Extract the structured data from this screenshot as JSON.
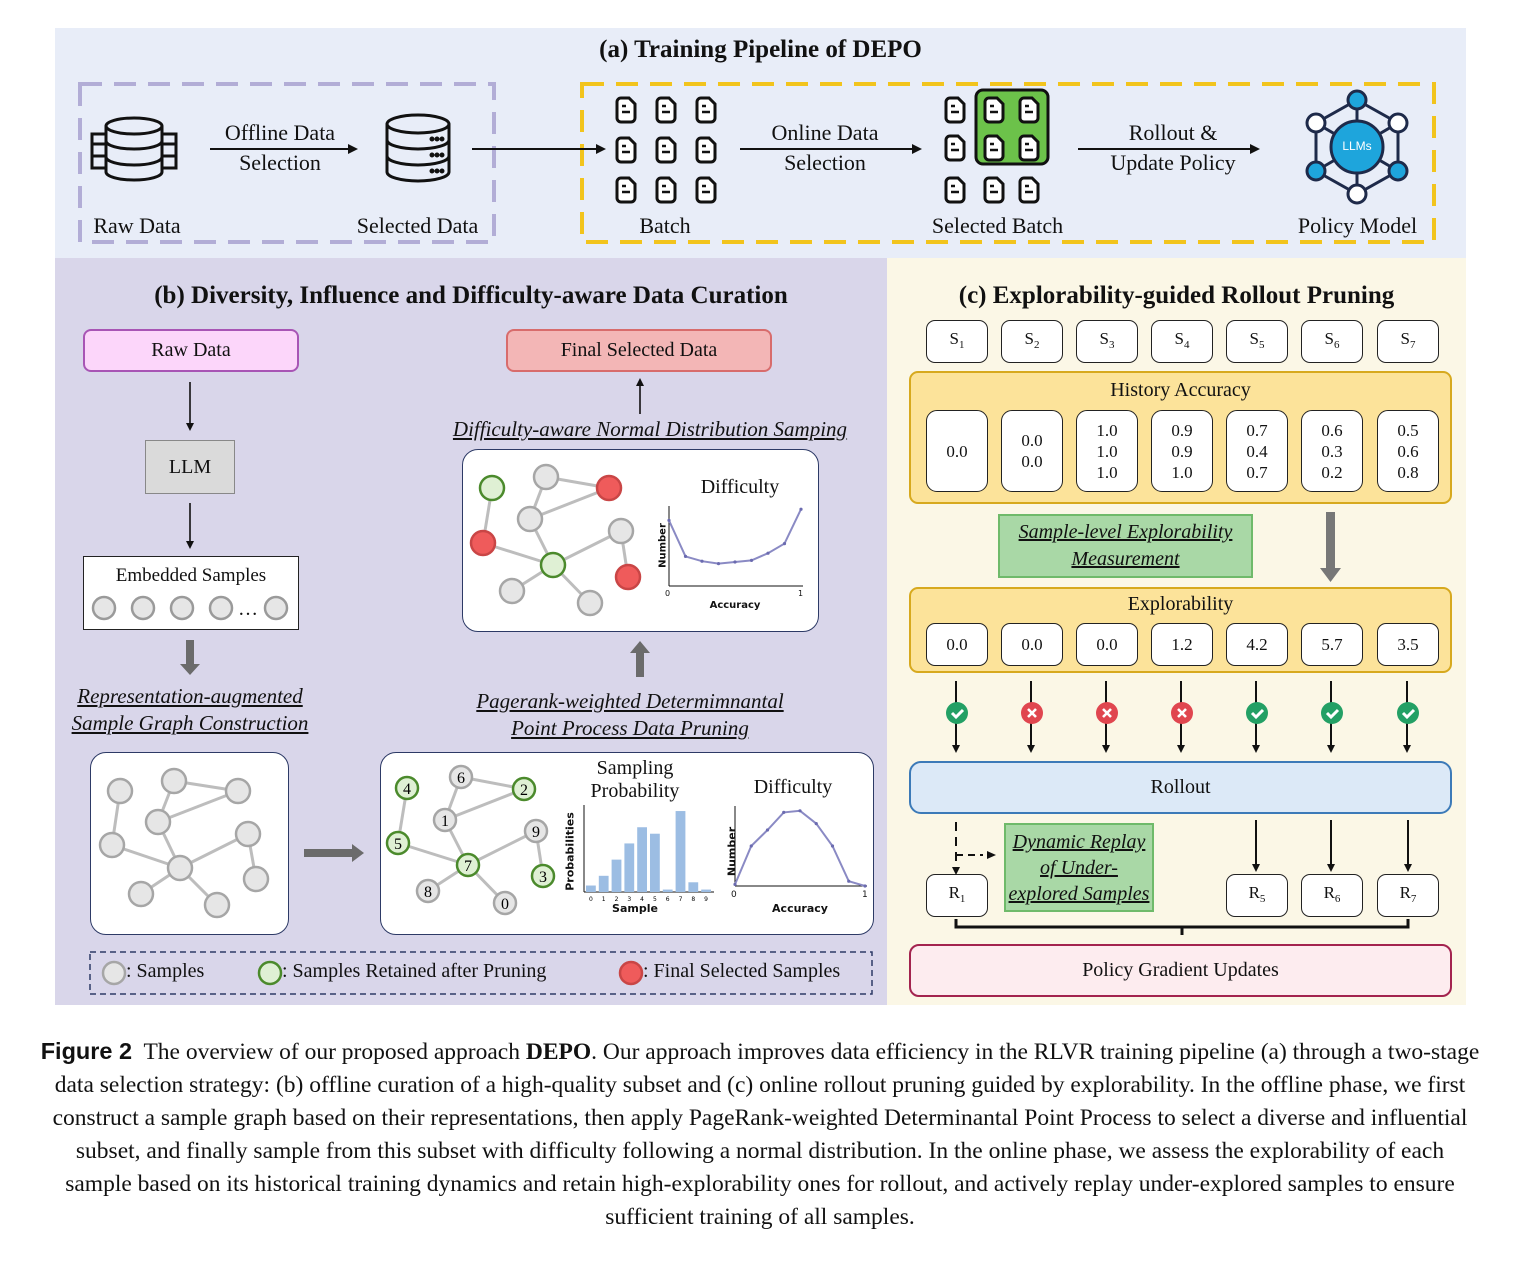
{
  "panel_a": {
    "title": "(a) Training Pipeline of DEPO",
    "raw_data_label": "Raw Data",
    "offline_arrow_line1": "Offline Data",
    "offline_arrow_line2": "Selection",
    "selected_data_label": "Selected Data",
    "batch_label": "Batch",
    "online_arrow_line1": "Online Data",
    "online_arrow_line2": "Selection",
    "selected_batch_label": "Selected Batch",
    "rollout_arrow_line1": "Rollout &",
    "rollout_arrow_line2": "Update Policy",
    "policy_model_label": "Policy Model",
    "llm_icon_text": "LLMs"
  },
  "panel_b": {
    "title": "(b) Diversity, Influence and Difficulty-aware Data Curation",
    "raw_data_box": "Raw Data",
    "llm_box": "LLM",
    "embedded_samples_label": "Embedded Samples",
    "embedded_ellipsis": "…",
    "graph_construction_line1": "Representation-augmented",
    "graph_construction_line2": "Sample Graph Construction",
    "dpp_line1": "Pagerank-weighted Determimnantal",
    "dpp_line2": "Point Process Data Pruning",
    "sampling_line": "Difficulty-aware Normal Distribution Samping",
    "final_selected_box": "Final Selected Data",
    "pruned_graph_nodes": [
      "0",
      "1",
      "2",
      "3",
      "4",
      "5",
      "6",
      "7",
      "8",
      "9"
    ],
    "legend": {
      "samples": ": Samples",
      "retained": ": Samples Retained after Pruning",
      "final": ": Final Selected Samples"
    }
  },
  "panel_c": {
    "title": "(c) Explorability-guided Rollout Pruning",
    "samples": [
      {
        "label": "S",
        "sub": "1"
      },
      {
        "label": "S",
        "sub": "2"
      },
      {
        "label": "S",
        "sub": "3"
      },
      {
        "label": "S",
        "sub": "4"
      },
      {
        "label": "S",
        "sub": "5"
      },
      {
        "label": "S",
        "sub": "6"
      },
      {
        "label": "S",
        "sub": "7"
      }
    ],
    "history_accuracy_title": "History Accuracy",
    "history_accuracy": [
      [
        "0.0"
      ],
      [
        "0.0",
        "0.0"
      ],
      [
        "1.0",
        "1.0",
        "1.0"
      ],
      [
        "0.9",
        "0.9",
        "1.0"
      ],
      [
        "0.7",
        "0.4",
        "0.7"
      ],
      [
        "0.6",
        "0.3",
        "0.2"
      ],
      [
        "0.5",
        "0.6",
        "0.8"
      ]
    ],
    "measurement_line1": "Sample-level Explorability",
    "measurement_line2": "Measurement",
    "explorability_title": "Explorability",
    "explorability": [
      "0.0",
      "0.0",
      "0.0",
      "1.2",
      "4.2",
      "5.7",
      "3.5"
    ],
    "kept": [
      true,
      false,
      false,
      false,
      true,
      true,
      true
    ],
    "rollout_label": "Rollout",
    "replay_line1": "Dynamic Replay",
    "replay_line2": "of Under-",
    "replay_line3": "explored Samples",
    "results": [
      {
        "label": "R",
        "sub": "1"
      },
      {
        "label": "R",
        "sub": "5"
      },
      {
        "label": "R",
        "sub": "6"
      },
      {
        "label": "R",
        "sub": "7"
      }
    ],
    "policy_gradient_label": "Policy Gradient Updates"
  },
  "chart_data": [
    {
      "type": "bar",
      "title": "Sampling Probability",
      "xlabel": "Sample",
      "ylabel": "Probabilities",
      "categories": [
        "0",
        "1",
        "2",
        "3",
        "4",
        "5",
        "6",
        "7",
        "8",
        "9"
      ],
      "values": [
        0.08,
        0.2,
        0.4,
        0.6,
        0.8,
        0.72,
        0.03,
        1.0,
        0.12,
        0.03
      ],
      "ylim": [
        0,
        1.05
      ]
    },
    {
      "type": "line",
      "title": "Difficulty",
      "xlabel": "Accuracy",
      "ylabel": "Number",
      "x_ticks": [
        "0",
        "1"
      ],
      "x": [
        0,
        0.125,
        0.25,
        0.375,
        0.5,
        0.625,
        0.75,
        0.875,
        1.0
      ],
      "values": [
        0.02,
        0.5,
        0.7,
        0.92,
        0.94,
        0.78,
        0.5,
        0.06,
        0.0
      ],
      "ylim": [
        0,
        1.0
      ]
    },
    {
      "type": "line",
      "title": "Difficulty",
      "xlabel": "Accuracy",
      "ylabel": "Number",
      "x_ticks": [
        "0",
        "1"
      ],
      "x": [
        0,
        0.125,
        0.25,
        0.375,
        0.5,
        0.625,
        0.75,
        0.875,
        1.0
      ],
      "values": [
        0.82,
        0.37,
        0.31,
        0.28,
        0.3,
        0.32,
        0.41,
        0.53,
        0.96
      ],
      "ylim": [
        0,
        1.0
      ]
    }
  ],
  "caption": {
    "figure_label": "Figure 2",
    "text_part1": "The overview of our proposed approach ",
    "bold_name": "DEPO",
    "text_part2": ". Our approach improves data efficiency in the RLVR training pipeline (a) through a two-stage data selection strategy: (b) offline curation of a high-quality subset and (c) online rollout pruning guided by explorability. In the offline phase, we first construct a sample graph based on their representations, then apply PageRank-weighted Determinantal Point Process to select a diverse and influential subset, and finally sample from this subset with difficulty following a normal distribution. In the online phase, we assess the explorability of each sample based on its historical training dynamics and retain high-explorability ones for rollout, and actively replay under-explored samples to ensure sufficient training of all samples."
  }
}
